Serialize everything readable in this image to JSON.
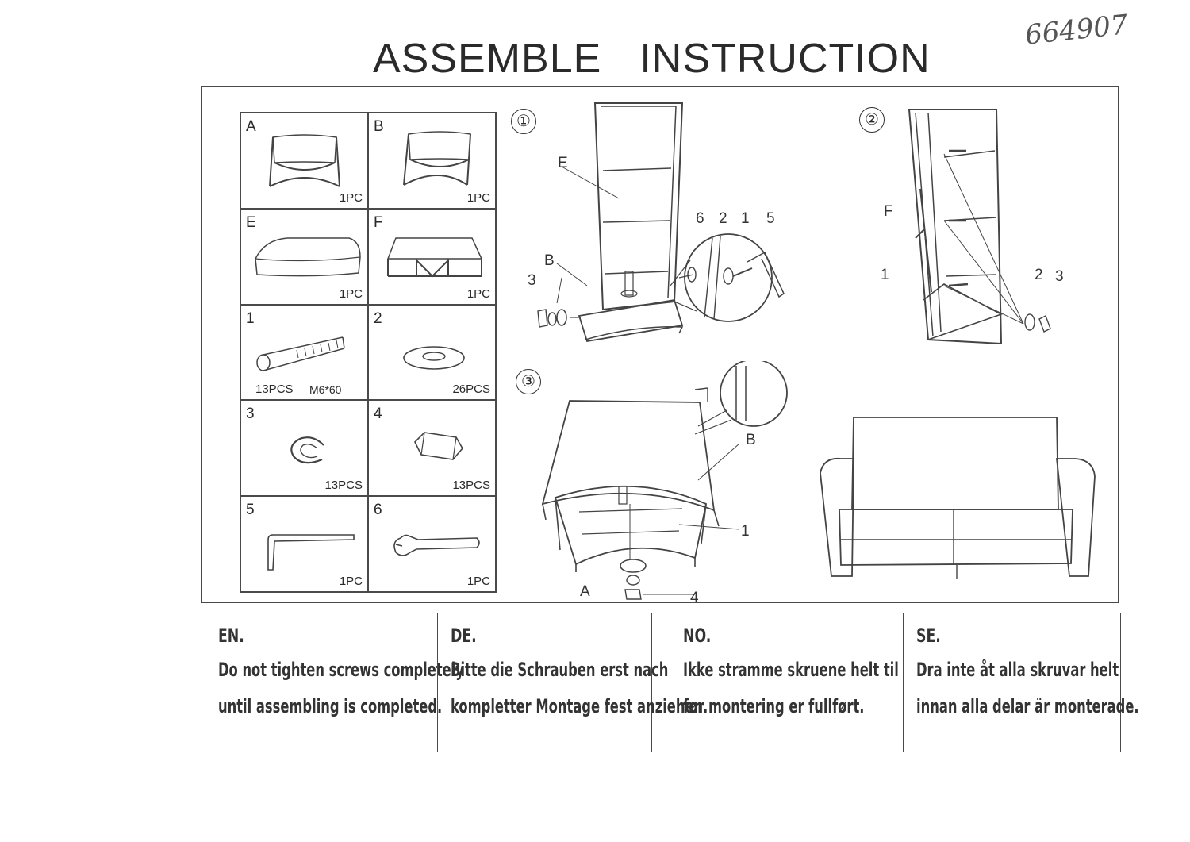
{
  "title": {
    "part1": "ASSEMBLE",
    "part2": "INSTRUCTION"
  },
  "handwritten_note": "664907",
  "parts": [
    {
      "label": "A",
      "qty": "1PC",
      "icon": "seat-frame-a-icon"
    },
    {
      "label": "B",
      "qty": "1PC",
      "icon": "seat-frame-b-icon"
    },
    {
      "label": "E",
      "qty": "1PC",
      "icon": "cushion-e-icon"
    },
    {
      "label": "F",
      "qty": "1PC",
      "icon": "frame-f-icon"
    },
    {
      "label": "1",
      "qty": "13PCS",
      "size": "M6*60",
      "icon": "bolt-icon"
    },
    {
      "label": "2",
      "qty": "26PCS",
      "icon": "washer-icon"
    },
    {
      "label": "3",
      "qty": "13PCS",
      "icon": "spring-washer-icon"
    },
    {
      "label": "4",
      "qty": "13PCS",
      "icon": "nut-icon"
    },
    {
      "label": "5",
      "qty": "1PC",
      "icon": "allen-key-icon"
    },
    {
      "label": "6",
      "qty": "1PC",
      "icon": "wrench-icon"
    }
  ],
  "steps": {
    "step1": {
      "num": "①",
      "callouts": {
        "E": "E",
        "B": "B",
        "c3": "3",
        "c6": "6",
        "c2": "2",
        "c1": "1",
        "c5": "5"
      }
    },
    "step2": {
      "num": "②",
      "callouts": {
        "F": "F",
        "c1": "1",
        "c2": "2",
        "c3": "3"
      }
    },
    "step3": {
      "num": "③",
      "callouts": {
        "B": "B",
        "c1": "1",
        "A": "A",
        "c4": "4"
      }
    }
  },
  "notes": [
    {
      "code": "EN.",
      "line1": "Do not tighten screws completely",
      "line2": "until assembling is completed."
    },
    {
      "code": "DE.",
      "line1": "Bitte die Schrauben erst nach",
      "line2": "kompletter Montage fest anziehen."
    },
    {
      "code": "NO.",
      "line1": "Ikke stramme skruene helt til",
      "line2": "før montering er fullført."
    },
    {
      "code": "SE.",
      "line1": "Dra inte åt alla skruvar helt",
      "line2": "innan alla delar är monterade."
    }
  ]
}
